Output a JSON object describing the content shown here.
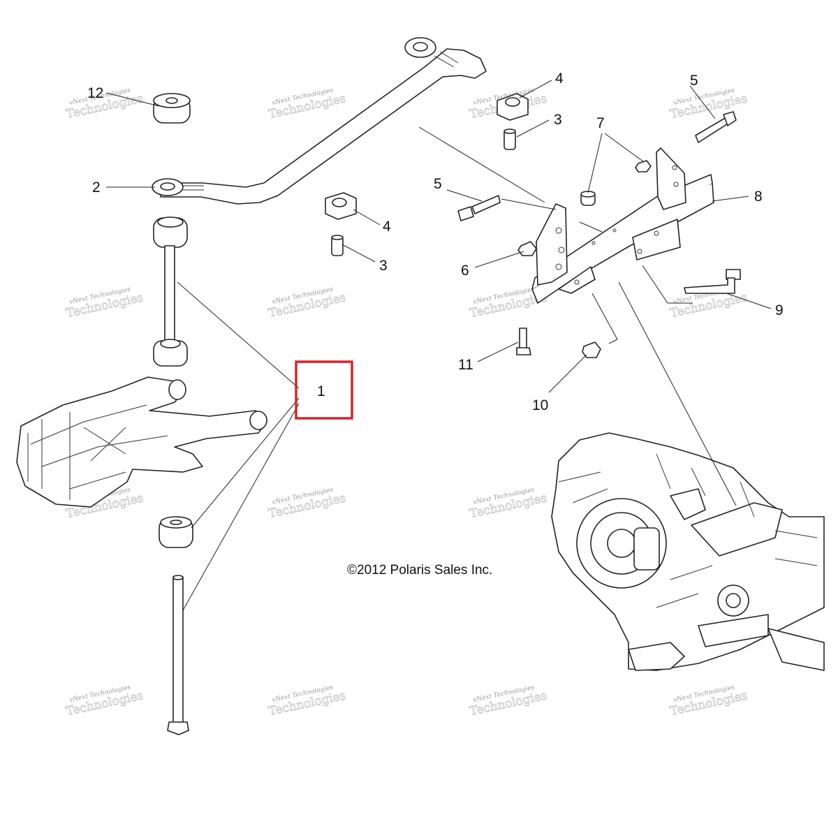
{
  "callouts": {
    "c1": "1",
    "c2": "2",
    "c3a": "3",
    "c3b": "3",
    "c4a": "4",
    "c4b": "4",
    "c5a": "5",
    "c5b": "5",
    "c6": "6",
    "c7": "7",
    "c8": "8",
    "c9": "9",
    "c10": "10",
    "c11": "11",
    "c12": "12"
  },
  "copyright": "©2012 Polaris Sales Inc.",
  "watermark": {
    "line1": "vNext Technologies",
    "line2": "Technologies"
  },
  "highlight": {
    "target_callout": "1",
    "color": "#d9222a"
  }
}
